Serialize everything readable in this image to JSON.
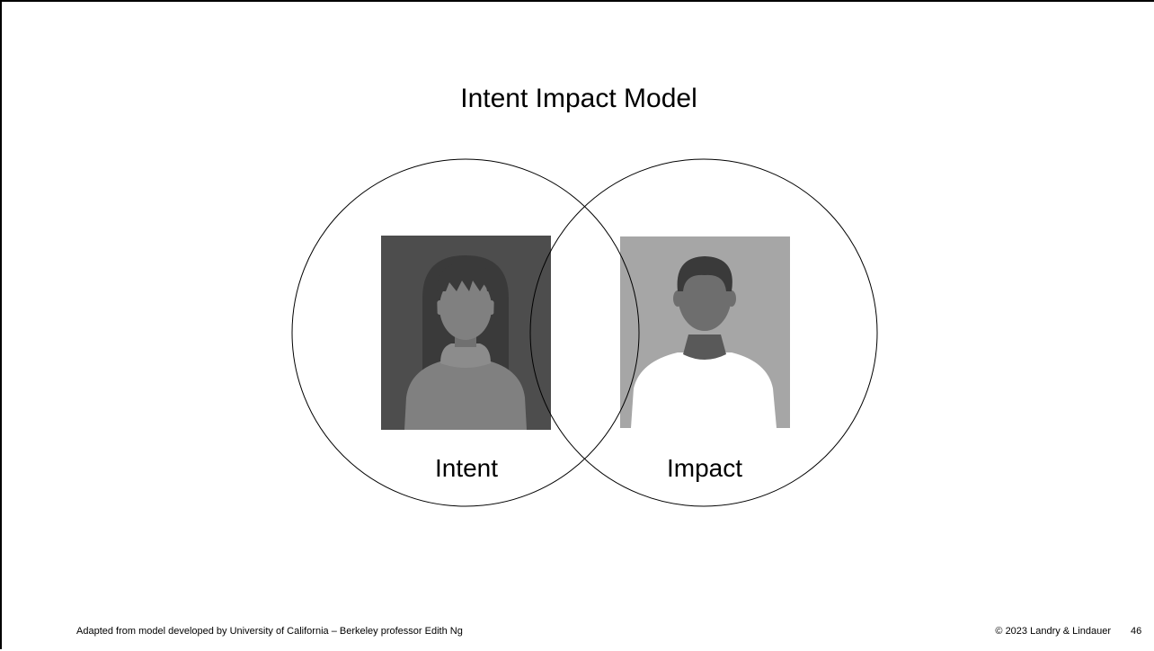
{
  "slide": {
    "title": "Intent Impact Model",
    "footer_left": "Adapted from model developed by University of California – Berkeley professor Edith Ng",
    "footer_right": "© 2023 Landry & Lindauer",
    "page_number": "46"
  },
  "diagram": {
    "circles": [
      {
        "label": "Intent",
        "figure": "woman-avatar-icon",
        "figure_background": "#4d4d4d",
        "figure_color": "#808080"
      },
      {
        "label": "Impact",
        "figure": "man-avatar-icon",
        "figure_background": "#a6a6a6",
        "figure_color": "#6e6e6e"
      }
    ],
    "outline_color": "#000000"
  }
}
